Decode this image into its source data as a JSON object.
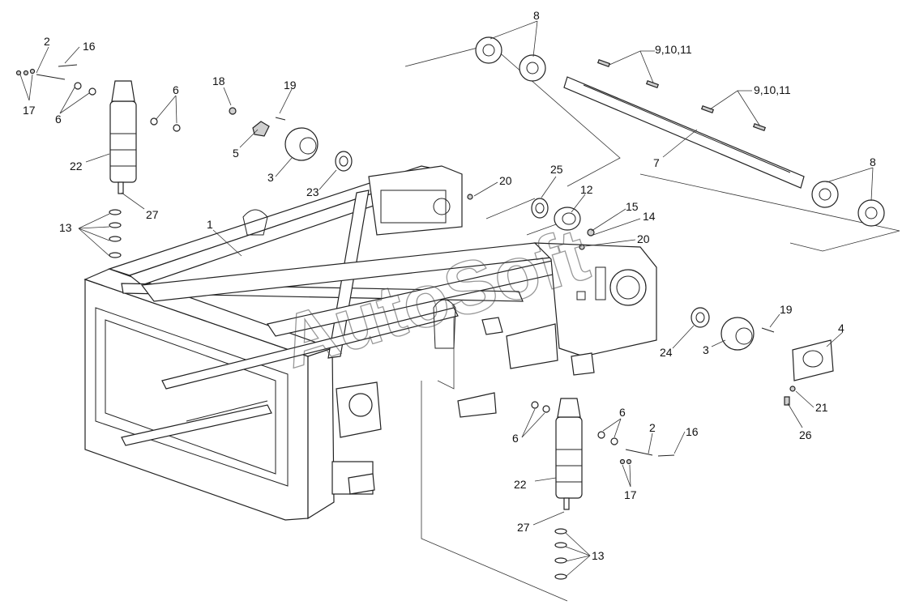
{
  "watermark": "AutoSoft",
  "callouts": {
    "c1": "1",
    "c2a": "2",
    "c2b": "2",
    "c3a": "3",
    "c3b": "3",
    "c4": "4",
    "c5": "5",
    "c6a": "6",
    "c6b": "6",
    "c6c": "6",
    "c6d": "6",
    "c7": "7",
    "c8a": "8",
    "c8b": "8",
    "c91011a": "9,10,11",
    "c91011b": "9,10,11",
    "c12": "12",
    "c13a": "13",
    "c13b": "13",
    "c14": "14",
    "c15": "15",
    "c16a": "16",
    "c16b": "16",
    "c17a": "17",
    "c17b": "17",
    "c18": "18",
    "c19a": "19",
    "c19b": "19",
    "c20a": "20",
    "c20b": "20",
    "c21": "21",
    "c22a": "22",
    "c22b": "22",
    "c23": "23",
    "c24": "24",
    "c25": "25",
    "c26": "26",
    "c27a": "27",
    "c27b": "27"
  }
}
